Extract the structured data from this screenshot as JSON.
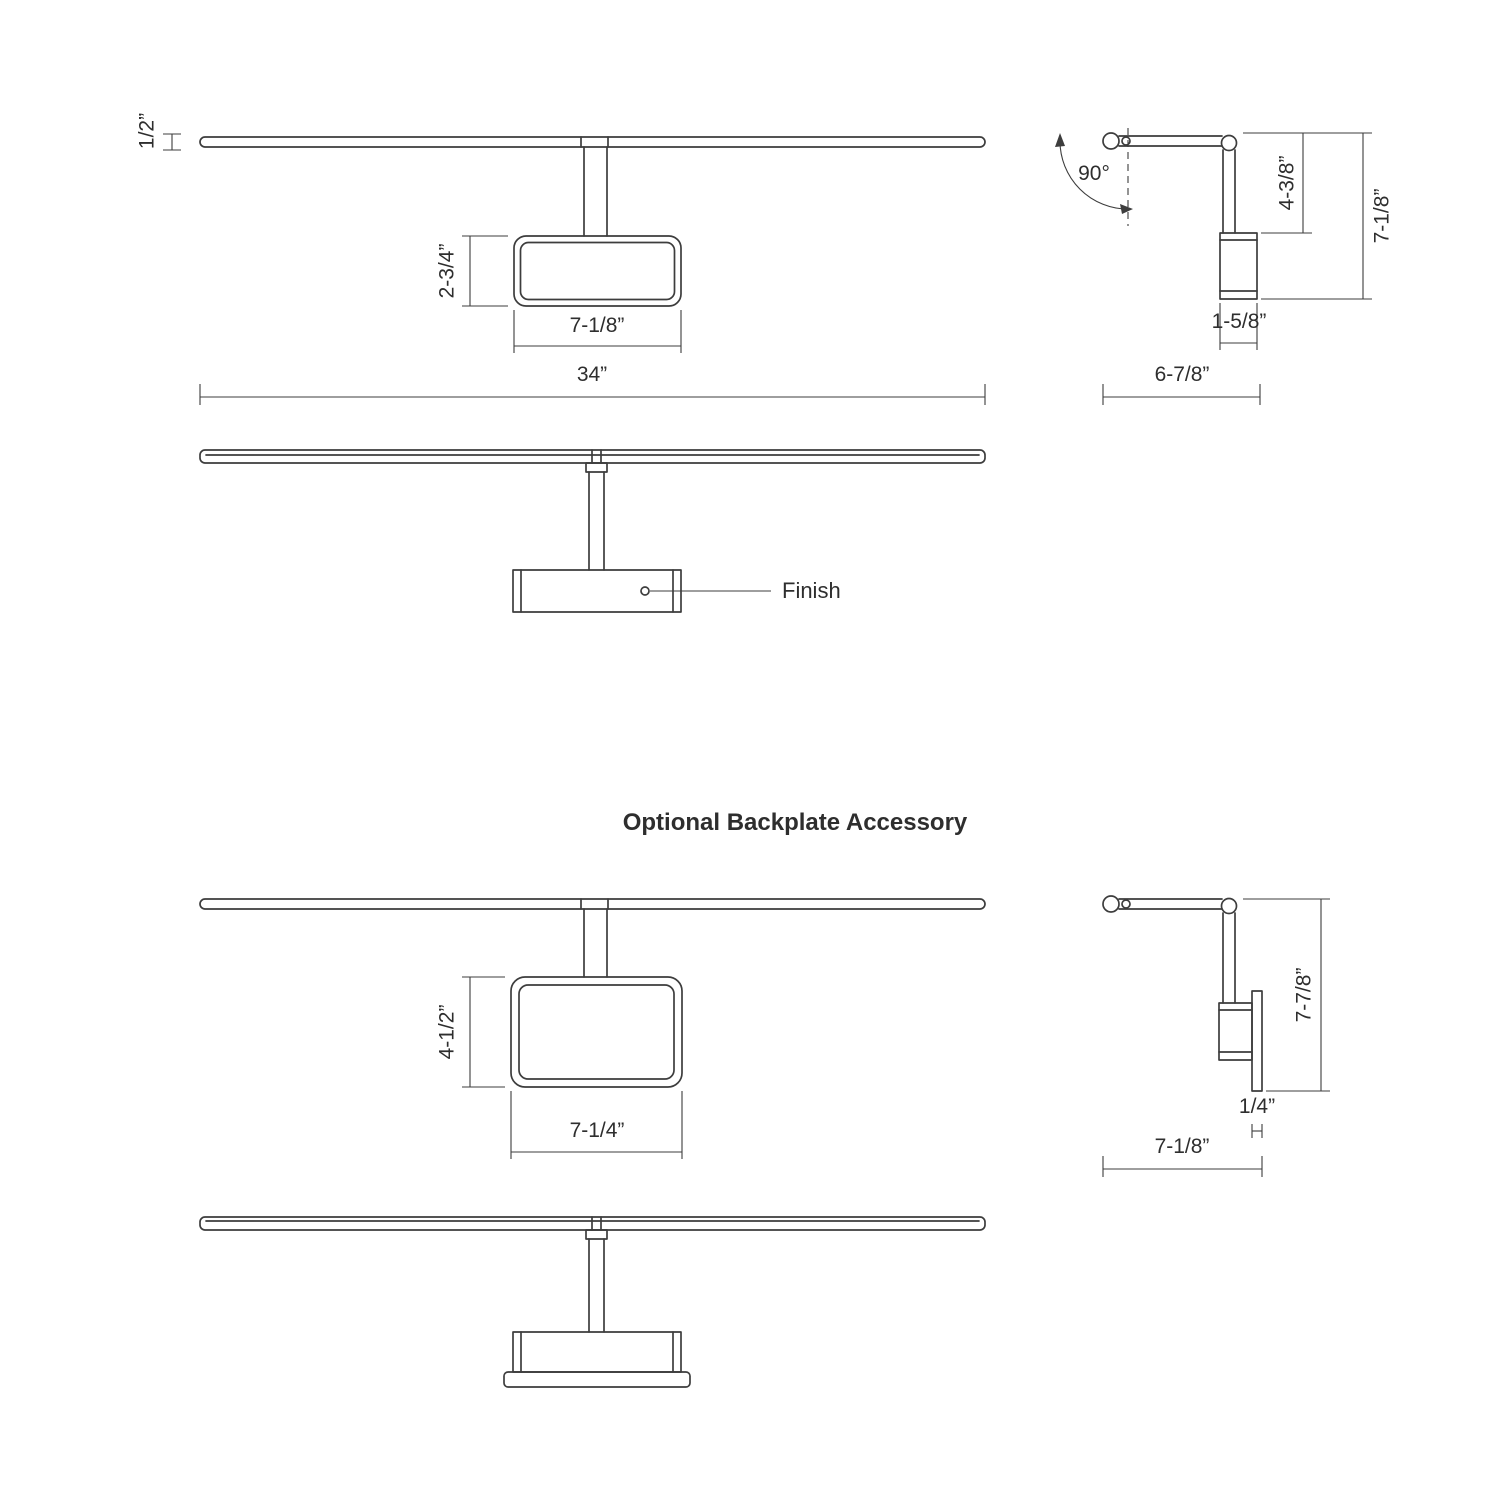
{
  "title": "Optional Backplate Accessory",
  "standard_fixture": {
    "front_view": {
      "bar_thickness": "1/2”",
      "canopy_height": "2-3/4”",
      "canopy_width": "7-1/8”",
      "overall_width": "34”"
    },
    "side_view": {
      "swivel_angle": "90°",
      "drop_height": "4-3/8”",
      "overall_height": "7-1/8”",
      "canopy_depth": "1-5/8”",
      "overall_depth": "6-7/8”"
    },
    "finish_view": {
      "callout": "Finish"
    }
  },
  "accessory_fixture": {
    "front_view": {
      "backplate_height": "4-1/2”",
      "backplate_width": "7-1/4”"
    },
    "side_view": {
      "overall_height": "7-7/8”",
      "backplate_thickness": "1/4”",
      "overall_depth": "7-1/8”"
    }
  }
}
